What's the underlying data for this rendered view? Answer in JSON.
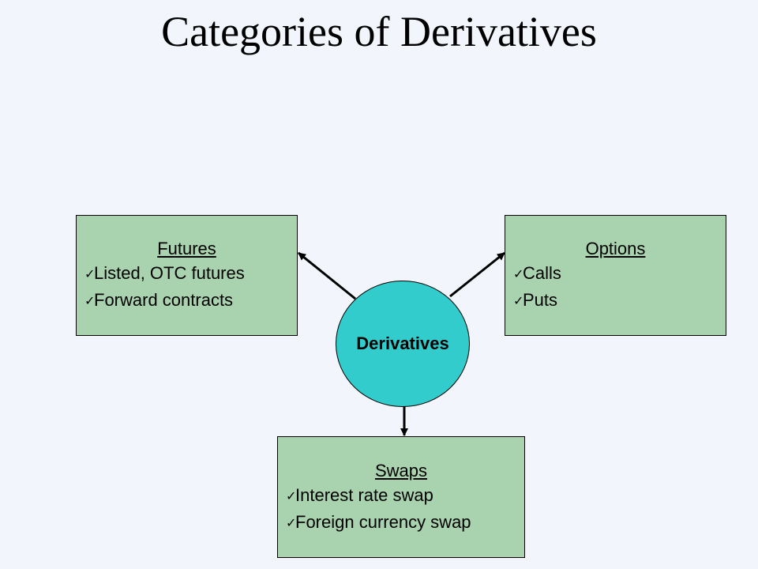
{
  "slide": {
    "title": "Categories of Derivatives"
  },
  "hub": {
    "label": "Derivatives",
    "color": "#33cccc"
  },
  "categories": [
    {
      "id": "futures",
      "title": "Futures",
      "items": [
        "Listed, OTC futures",
        "Forward contracts"
      ]
    },
    {
      "id": "options",
      "title": "Options",
      "items": [
        "Calls",
        "Puts"
      ]
    },
    {
      "id": "swaps",
      "title": "Swaps",
      "items": [
        "Interest rate swap",
        "Foreign currency swap"
      ]
    }
  ],
  "colors": {
    "background": "#f2f6fc",
    "box_fill": "#a9d3ae"
  },
  "icons": {
    "bullet": "checkmark-icon"
  }
}
